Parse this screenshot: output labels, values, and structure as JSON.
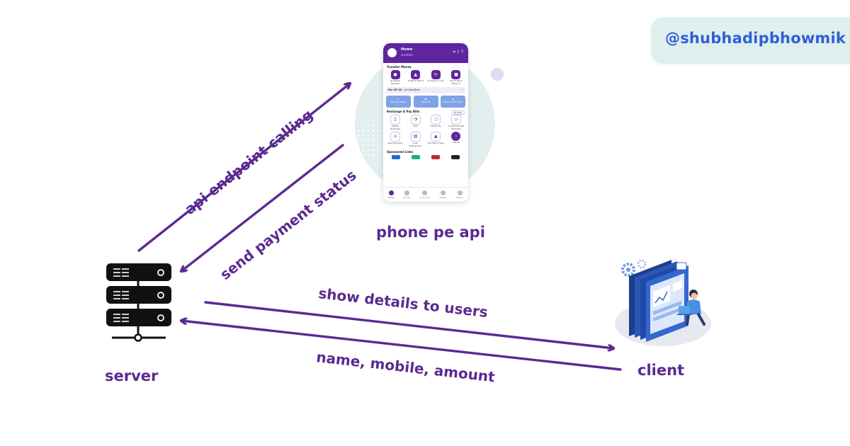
{
  "handle": "@shubhadipbhowmik",
  "nodes": {
    "phone_api": "phone pe api",
    "server": "server",
    "client": "client"
  },
  "edges": {
    "api_call": "api endpoint calling",
    "payment_status": "send payment status",
    "show_details": "show details to users",
    "name_mobile_amount": "name, mobile, amount"
  },
  "phone_screen": {
    "home": "Home",
    "location": "Location",
    "transfer_money": "Transfer Money",
    "transfer_items": [
      {
        "label": "To Mobile Number",
        "icon": "person-icon"
      },
      {
        "label": "To Bank/ UPI ID",
        "icon": "bank-icon"
      },
      {
        "label": "To Self Account",
        "icon": "self-transfer-icon"
      },
      {
        "label": "Check Bank Balance",
        "icon": "balance-icon"
      }
    ],
    "upi_label": "My UPI ID",
    "upi_value": "johndoe@ybl",
    "promos": [
      "PhonePe Wallet",
      "Rewards",
      "Refer & Get ₹150"
    ],
    "recharge_title": "Recharge & Pay Bills",
    "my_bills": "My Bills",
    "recharge_items": [
      {
        "label": "Mobile Recharge",
        "icon": "mobile-icon"
      },
      {
        "label": "DTH",
        "icon": "dish-icon"
      },
      {
        "label": "Electricity",
        "icon": "bulb-icon"
      },
      {
        "label": "Credit Card Bill Payment",
        "icon": "card-icon"
      },
      {
        "label": "Rent Payment",
        "icon": "house-icon"
      },
      {
        "label": "Loan Repayment",
        "icon": "loan-icon"
      },
      {
        "label": "Education Fees",
        "icon": "cap-icon"
      },
      {
        "label": "See All",
        "icon": "arrow-right-icon"
      }
    ],
    "sponsored": "Sponsored Links",
    "nav": [
      "Home",
      "Stores",
      "Insurance",
      "Wealth",
      "History"
    ]
  },
  "colors": {
    "label": "#5b2a91",
    "arrow": "#5b2a91",
    "handle_text": "#2f5fd6",
    "handle_bg": "#dfefee",
    "phone_purple": "#5f259f"
  }
}
